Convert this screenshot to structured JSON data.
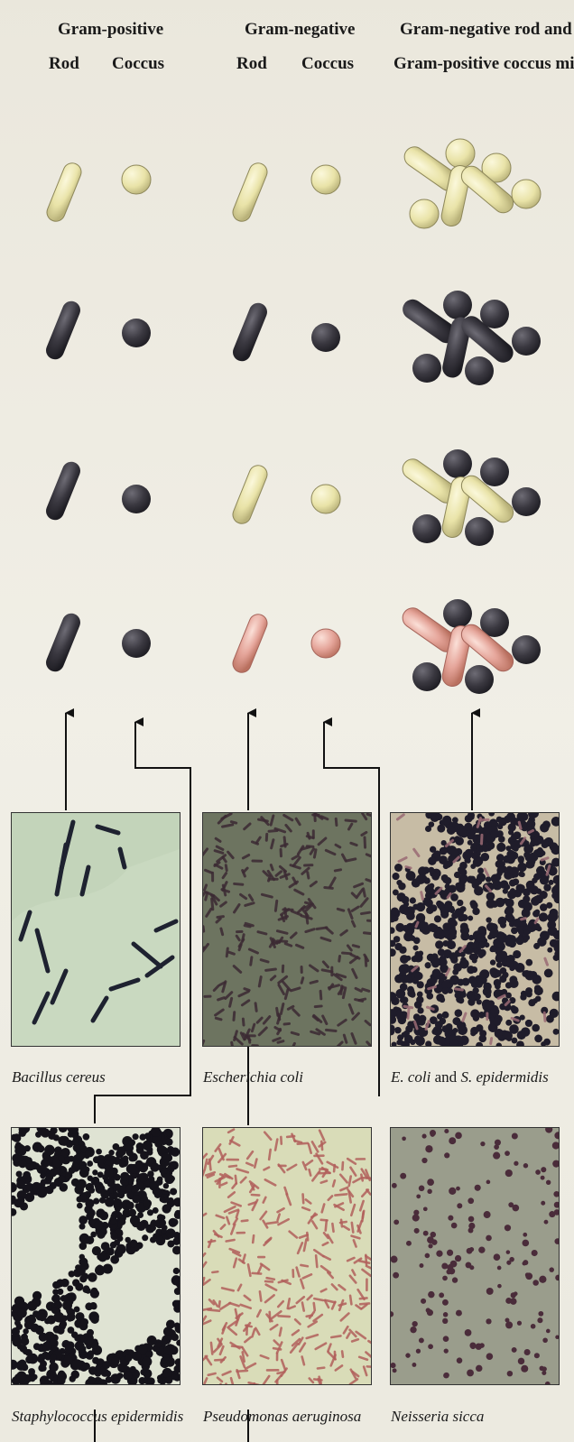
{
  "columns": {
    "gram_positive": {
      "title": "Gram-positive",
      "rod": "Rod",
      "coccus": "Coccus"
    },
    "gram_negative": {
      "title": "Gram-negative",
      "rod": "Rod",
      "coccus": "Coccus"
    },
    "mix": {
      "title_line1": "Gram-negative rod and",
      "title_line2": "Gram-positive coccus mix"
    }
  },
  "colors": {
    "crystal_violet": "#3a3840",
    "unstained": "#e9e3a8",
    "safranin": "#e5a59a",
    "background": "#f1efe6",
    "frame": "#333333",
    "bacillus_bg": "#c9d9c0",
    "ecoli_bg": "#6d7460",
    "mix_bg": "#c7bca5",
    "staph_bg": "#dfe3d3",
    "pseudo_bg": "#d9dcb8",
    "neisseria_bg": "#9a9d8c"
  },
  "specimens": {
    "bacillus": {
      "name": "Bacillus cereus"
    },
    "ecoli": {
      "name": "Escherichia coli"
    },
    "mix": {
      "name_part1": "E. coli",
      "name_join": " and ",
      "name_part2": "S. epidermidis"
    },
    "staph": {
      "name": "Staphylococcus epidermidis"
    },
    "pseudomonas": {
      "name": "Pseudomonas aeruginosa"
    },
    "neisseria": {
      "name": "Neisseria sicca"
    }
  }
}
